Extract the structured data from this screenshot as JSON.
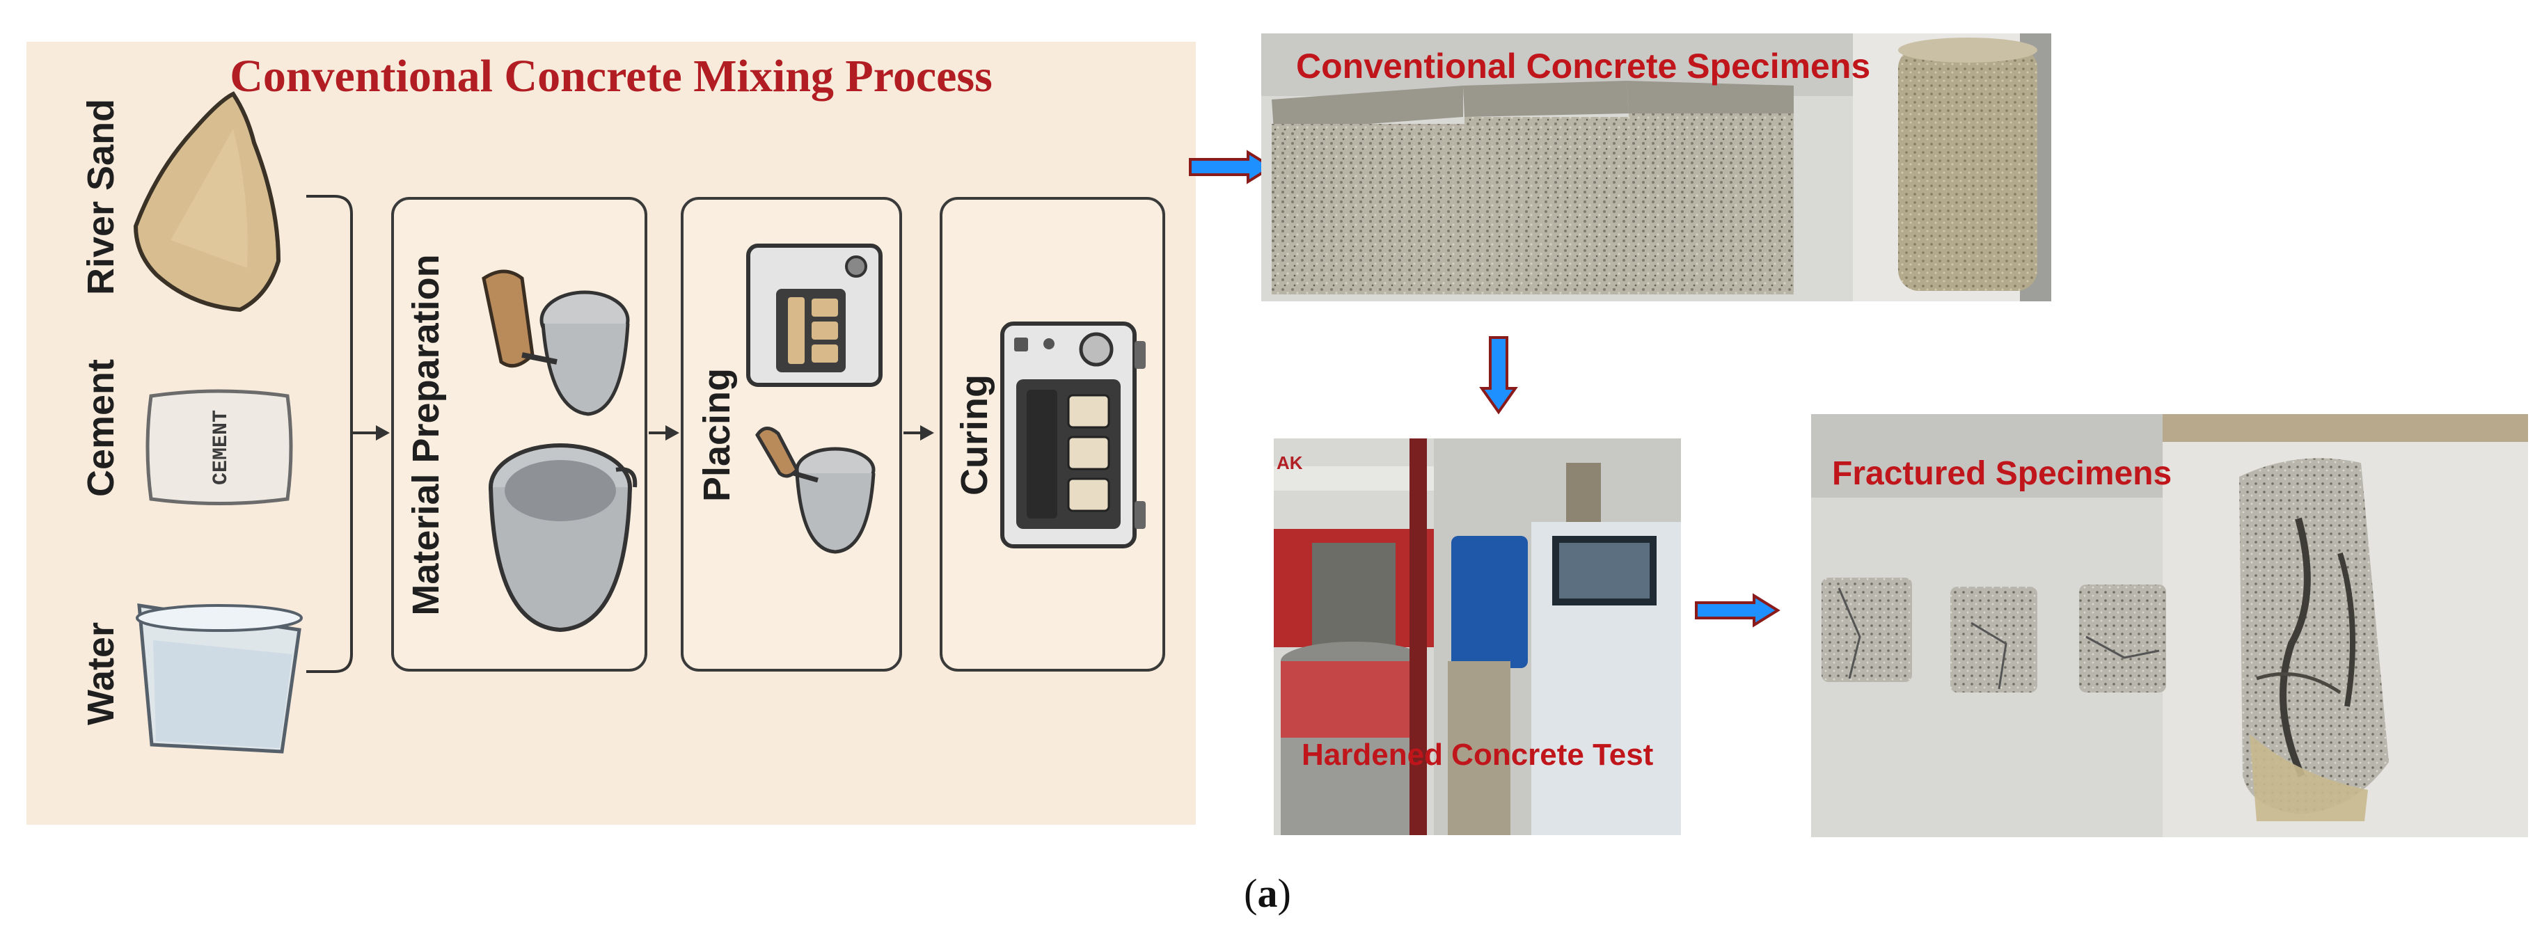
{
  "process": {
    "title": "Conventional Concrete Mixing Process",
    "materials": [
      {
        "label": "River Sand",
        "icon": "sand-pile-icon"
      },
      {
        "label": "Cement",
        "icon": "cement-bag-icon"
      },
      {
        "label": "Water",
        "icon": "water-glass-icon"
      }
    ],
    "bag_text": "CEMENT",
    "stages": [
      {
        "label": "Material Preparation",
        "icon": "mixing-bowls-icon"
      },
      {
        "label": "Placing",
        "icon": "mold-trowel-icon"
      },
      {
        "label": "Curing",
        "icon": "curing-chamber-icon"
      }
    ]
  },
  "photos": {
    "specimens_label": "Conventional Concrete Specimens",
    "test_label": "Hardened Concrete Test",
    "test_machine_brand": "AK",
    "fractured_label": "Fractured Specimens"
  },
  "caption": {
    "open": "(",
    "letter": "a",
    "close": ")"
  },
  "colors": {
    "panel_bg": "#f8ebdb",
    "title_red": "#b11d22",
    "arrow_fill": "#1e90ff",
    "arrow_outline": "#8b1a1a"
  }
}
